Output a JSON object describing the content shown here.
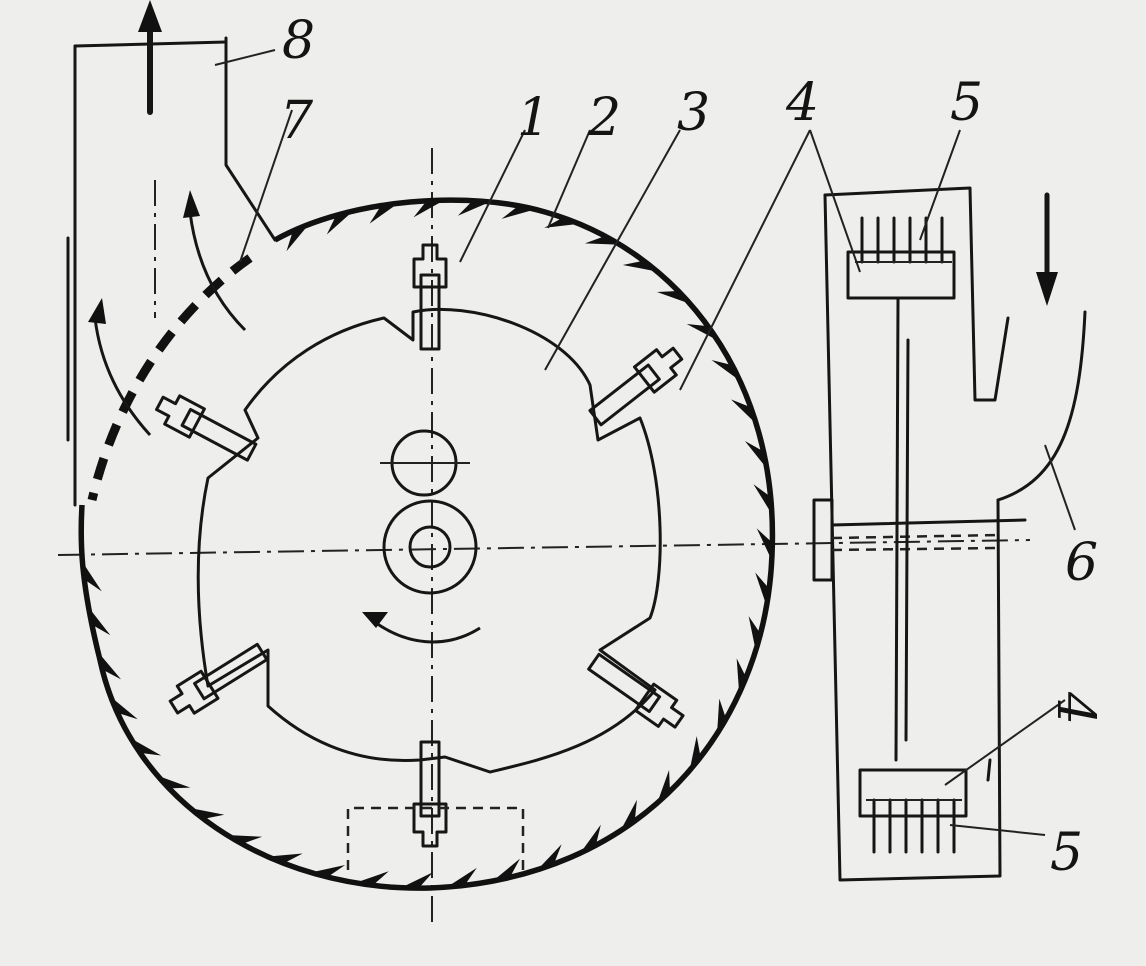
{
  "labels": {
    "l1": "1",
    "l2": "2",
    "l3": "3",
    "l4_top": "4",
    "l4_bottom": "4",
    "l5_top": "5",
    "l5_bottom": "5",
    "l6": "6",
    "l7": "7",
    "l8": "8"
  },
  "colors": {
    "paper": "#eeeeec",
    "ink": "#161616"
  }
}
